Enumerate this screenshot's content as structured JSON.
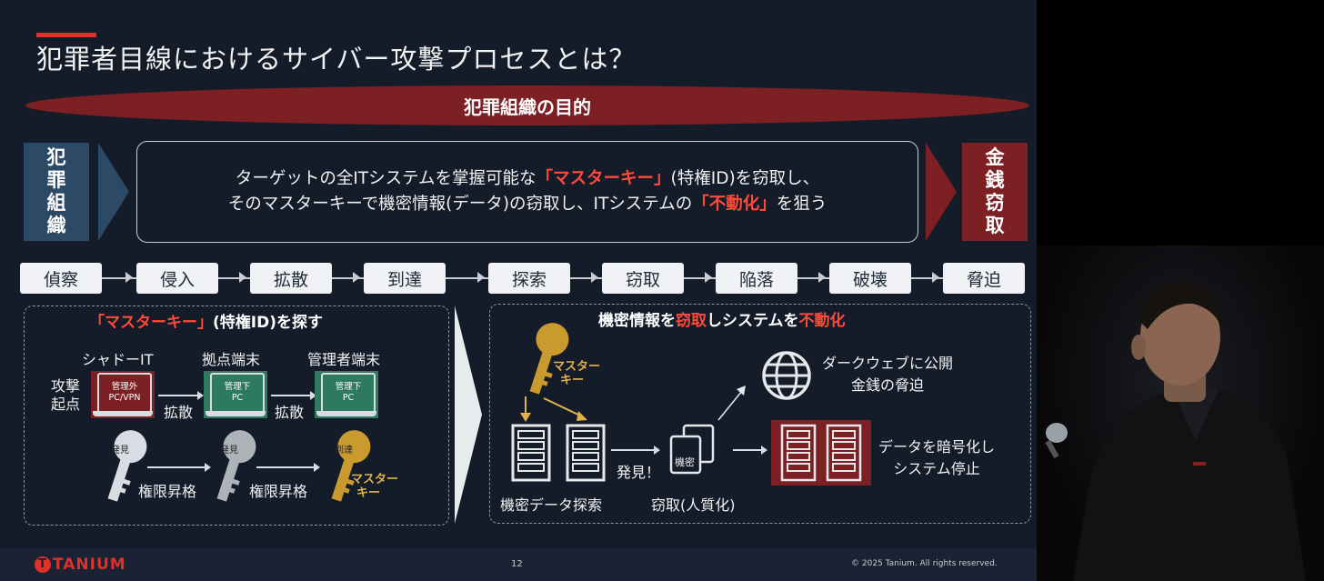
{
  "slide": {
    "title": "犯罪者目線におけるサイバー攻撃プロセスとは？",
    "banner": "犯罪組織の目的",
    "left_box": [
      "犯",
      "罪",
      "組",
      "織"
    ],
    "right_box": [
      "金",
      "銭",
      "窃",
      "取"
    ],
    "center_text": {
      "line1_a": "ターゲットの全ITシステムを掌握可能な",
      "line1_hl": "「マスターキー」",
      "line1_b": "(特権ID)を窃取し、",
      "line2_a": "そのマスターキーで機密情報(データ)の窃取し、ITシステムの",
      "line2_hl": "「不動化」",
      "line2_b": "を狙う"
    },
    "steps": [
      "偵察",
      "侵入",
      "拡散",
      "到達",
      "探索",
      "窃取",
      "陥落",
      "破壊",
      "脅迫"
    ],
    "left_panel": {
      "title_hl": "「マスターキー」",
      "title_rest": "(特権ID)を探す",
      "col_labels": [
        "シャドーIT",
        "拠点端末",
        "管理者端末"
      ],
      "origin": [
        "攻撃",
        "起点"
      ],
      "laptops": [
        {
          "line1": "管理外",
          "line2": "PC/VPN"
        },
        {
          "line1": "管理下",
          "line2": "PC"
        },
        {
          "line1": "管理下",
          "line2": "PC"
        }
      ],
      "spread_label": "拡散",
      "keys": [
        "発見",
        "発見",
        "到達"
      ],
      "escalation_label": "権限昇格",
      "master_key_label": [
        "マスター",
        "キー"
      ]
    },
    "right_panel": {
      "title_a": "機密情報を",
      "title_hl1": "窃取",
      "title_b": "しシステムを",
      "title_hl2": "不動化",
      "master_key_label": [
        "マスター",
        "キー"
      ],
      "search_label": "機密データ探索",
      "found_label": "発見！",
      "doc_label": "機密",
      "steal_label": "窃取(人質化)",
      "darkweb_label": [
        "ダークウェブに公開",
        "金銭の脅迫"
      ],
      "encrypt_label": [
        "データを暗号化し",
        "システム停止"
      ]
    },
    "footer": {
      "logo": "TANIUM",
      "page": "12",
      "copyright": "© 2025 Tanium. All rights reserved."
    }
  },
  "colors": {
    "accent": "#e0302a",
    "banner": "#7d2023",
    "left_box": "#2c4a66",
    "highlight_text": "#ff4a3a",
    "background": "#141b29",
    "key_gold": "#c99a2e"
  }
}
